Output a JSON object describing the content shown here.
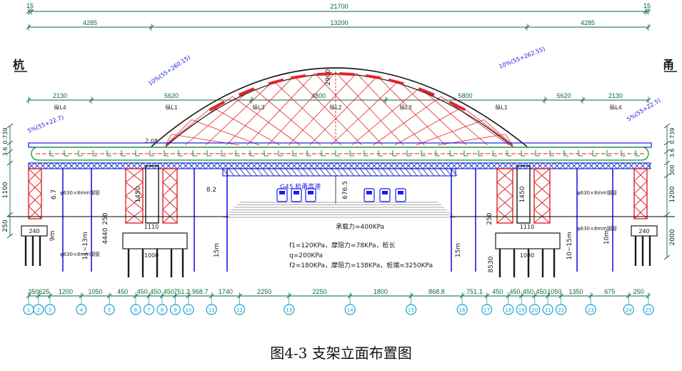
{
  "colors": {
    "dim": "#0a6a3a",
    "arch": "#1a1a1a",
    "hanger": "#e2232a",
    "deck": "#1b1be6",
    "pier": "#e2232a",
    "truss": "#1f2fd0",
    "ground": "#000000",
    "annot": "#c0179c",
    "axis_bubble": "#1ba3d6",
    "tie": "#0f9b2a"
  },
  "dimensions": {
    "overall": [
      "15",
      "21700",
      "15"
    ],
    "spans": [
      "4285",
      "13200",
      "4285"
    ],
    "segments": [
      "2130",
      "5620",
      "4800",
      "5800",
      "5620",
      "2130"
    ],
    "bottom": [
      "350",
      "625",
      "1200",
      "1050",
      "450",
      "450",
      "450",
      "450",
      "751.3",
      "968.7",
      "1740",
      "2250",
      "2250",
      "1800",
      "868.8",
      "751.1",
      "450",
      "450",
      "450",
      "450",
      "1050",
      "1350",
      "675",
      "250"
    ]
  },
  "segment_labels": [
    "纵L4",
    "纵L1",
    "纵L3",
    "纵L2",
    "纵L3",
    "纵L1",
    "纵L4"
  ],
  "side_labels": {
    "left": "杭",
    "right": "甬"
  },
  "vertical_dims": {
    "left_deck": "0.739",
    "left_small": "3.6",
    "left_pier": "1100",
    "left_base": "250",
    "right_deck": "0.739",
    "right_small": "3.6",
    "right_top": "300",
    "right_pier": "1200",
    "right_base": "2000",
    "arch_rise": "2900",
    "mid_tower_left": "1450",
    "mid_tower_right": "1450",
    "pile_left": "8530",
    "small_r": "2.08",
    "mid_6765": "676.5"
  },
  "annotations": {
    "arch_left": "10%(55+260.15)",
    "arch_right": "10%(55+262.55)",
    "deck_left": "5%(55+22.7)",
    "deck_right": "5%(55+22.5)",
    "road": "G45 杭甬高速",
    "soil_top": "承载力=400KPa",
    "soil_1": "f1=120KPa，摩阻力=78KPa，桩长",
    "soil_2": "q=200KPa",
    "soil_3": "f2=180KPa，摩阻力=138KPa，桩端=3250KPa",
    "pile_15m_l": "15m",
    "pile_15m_r": "15m",
    "pile_11_13": "11~13m",
    "pile_10_15": "10~15m",
    "pile_9m": "9m",
    "pile_10m": "10m",
    "dim_8.2": "8.2",
    "dim_4440": "4440",
    "dim_250_l": "250",
    "dim_250_r": "250",
    "dim_1110_l": "1110",
    "dim_1110_r": "1110",
    "dim_1000_l": "1000",
    "dim_1000_r": "1000",
    "dim_240_l": "240",
    "dim_240_r": "240",
    "dim_6_7": "6.7",
    "side_note_l": "φ630×8mm钢管",
    "side_note_r": "φ630×8mm钢管",
    "side_note_r2": "φ630×8mm钢管",
    "side_note_l2": "φ630×8mm钢管"
  },
  "axis_labels": [
    "1",
    "2",
    "3",
    "4",
    "5",
    "6",
    "7",
    "8",
    "9",
    "10",
    "11",
    "12",
    "13",
    "14",
    "15",
    "16",
    "17",
    "18",
    "19",
    "20",
    "21",
    "22",
    "23",
    "24",
    "25"
  ],
  "caption": "图4-3 支架立面布置图"
}
